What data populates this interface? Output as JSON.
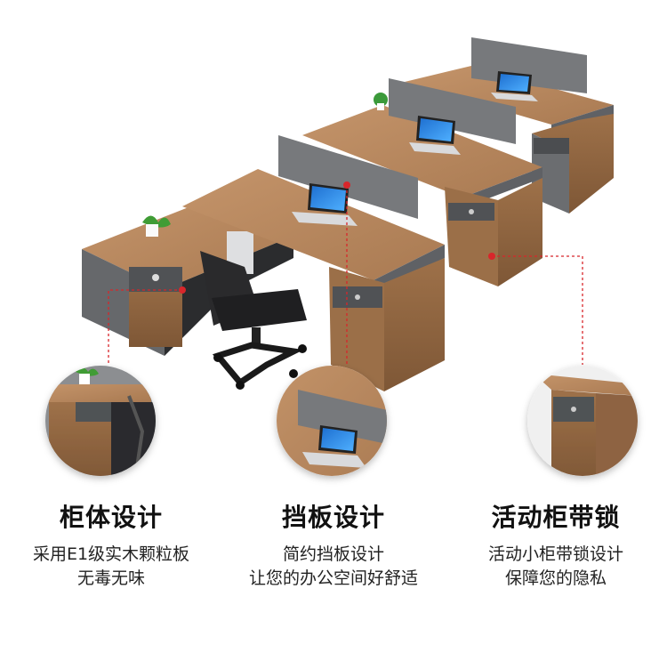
{
  "features": [
    {
      "title": "柜体设计",
      "line1": "采用E1级实木颗粒板",
      "line2": "无毒无味"
    },
    {
      "title": "挡板设计",
      "line1": "简约挡板设计",
      "line2": "让您的办公空间好舒适"
    },
    {
      "title": "活动柜带锁",
      "line1": "活动小柜带锁设计",
      "line2": "保障您的隐私"
    }
  ],
  "colors": {
    "wood": "#9a6e48",
    "wood_light": "#b8875c",
    "gray_panel": "#6d6f72",
    "accent_red": "#d8262b"
  }
}
